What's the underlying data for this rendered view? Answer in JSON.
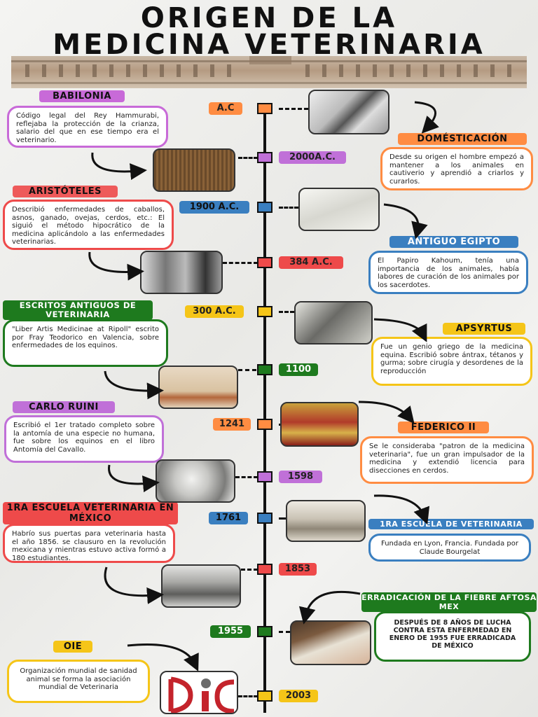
{
  "title": {
    "line1": "ORIGEN DE LA",
    "line2": "MEDICINA VETERINARIA"
  },
  "colors": {
    "pink": "#c86ad8",
    "orange": "#ff8c42",
    "purple": "#c070d8",
    "blue": "#3a7fc0",
    "red": "#ee4a4a",
    "yellow": "#f5c518",
    "green": "#1e7a1e"
  },
  "timeline": [
    {
      "date": "A.C",
      "color": "#ff8c42"
    },
    {
      "date": "2000A.C.",
      "color": "#c070d8"
    },
    {
      "date": "1900 A.C.",
      "color": "#3a7fc0"
    },
    {
      "date": "384 A.C.",
      "color": "#ee4a4a"
    },
    {
      "date": "300 A.C.",
      "color": "#f5c518"
    },
    {
      "date": "1100",
      "color": "#1e7a1e"
    },
    {
      "date": "1241",
      "color": "#ff8c42"
    },
    {
      "date": "1598",
      "color": "#c070d8"
    },
    {
      "date": "1761",
      "color": "#3a7fc0"
    },
    {
      "date": "1853",
      "color": "#ee4a4a"
    },
    {
      "date": "1955",
      "color": "#1e7a1e"
    },
    {
      "date": "2003",
      "color": "#f5c518"
    }
  ],
  "events": {
    "babilonia": {
      "heading": "BABILONIA",
      "text": "Código legal del Rey Hammurabi, reflejaba la protección de la crianza, salario del que en ese tiempo era el veterinario."
    },
    "domesticacion": {
      "heading": "DOMÉSTICACIÓN",
      "text": "Desde su origen el hombre empezó a mantener a los animales en cautiverio y aprendió a criarlos y curarlos."
    },
    "aristoteles": {
      "heading": "ARISTÓTELES",
      "text": "Describió enfermedades de caballos, asnos, ganado, ovejas, cerdos, etc.: El siguió el método hipocrático de la medicina aplicándolo a las enfermedades veterinarias."
    },
    "egipto": {
      "heading": "ANTIGUO EGIPTO",
      "text": "El Papiro Kahoum, tenía una importancia de los animales, había labores de curación de los animales por los sacerdotes."
    },
    "escritos": {
      "heading": "ESCRITOS ANTIGUOS DE VETERINARIA",
      "text": "\"Liber Artis Medicinae at Ripoll\" escrito por Fray Teodorico en Valencia, sobre enfermedades de los equinos."
    },
    "apsyrtus": {
      "heading": "APSYRTUS",
      "text": "Fue un genio griego de la medicina equina. Escribió sobre ántrax, tétanos y gurma; sobre cirugía y desordenes de la reproducción"
    },
    "ruini": {
      "heading": "CARLO RUINI",
      "text": "Escribió el 1er tratado completo sobre la antomía de una especie no humana, fue sobre los equinos en el libro Antomía del Cavallo."
    },
    "federico": {
      "heading": "FEDERICO II",
      "text": "Se le consideraba \"patron de la medicina veterinaria\", fue un gran impulsador de la medicina y extendió licencia para disecciones en cerdos."
    },
    "mexico": {
      "heading": "1RA ESCUELA VETERINARIA EN MÉXICO",
      "text": "Habrío sus puertas para veterinaria hasta el año 1856. se clausuro en la revolución mexicana y mientras estuvo activa formó a 180 estudiantes."
    },
    "lyon": {
      "heading": "1RA ESCUELA DE VETERINARIA",
      "text": "Fundada en Lyon, Francia. Fundada por Claude Bourgelat"
    },
    "aftosa": {
      "heading": "ERRADICACIÓN DE LA FIEBRE AFTOSA MEX",
      "text": "DESPUÉS DE 8 AÑOS DE LUCHA CONTRA ESTA ENFERMEDAD EN ENERO DE 1955 FUE ERRADICADA DE MÉXICO"
    },
    "oie": {
      "heading": "OIE",
      "text": "Organización mundial de sanidad animal se forma la asociación mundial de Veterinaria"
    }
  }
}
